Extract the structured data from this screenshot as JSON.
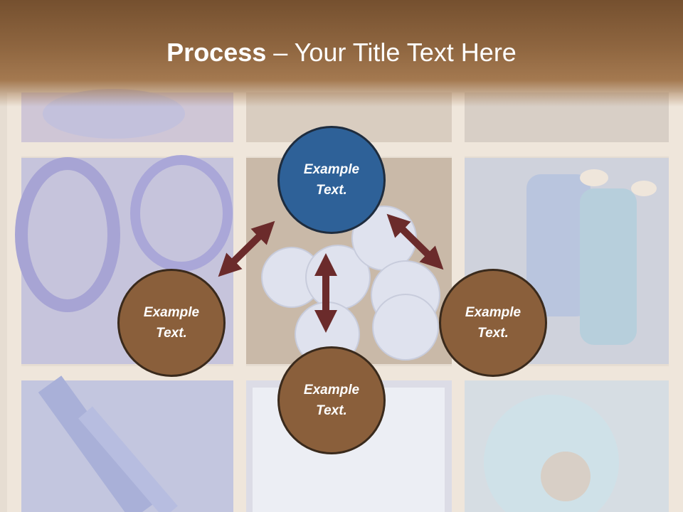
{
  "slide": {
    "title_bold": "Process",
    "title_rest": " – Your Title Text Here"
  },
  "nodes": {
    "top": "Example Text.",
    "left": "Example Text.",
    "right": "Example Text.",
    "bottom": "Example Text."
  },
  "colors": {
    "title_bar": "#8f6640",
    "top_node": "#2e6198",
    "side_nodes": "#8a5f3b",
    "arrows": "#6b2b2b"
  }
}
